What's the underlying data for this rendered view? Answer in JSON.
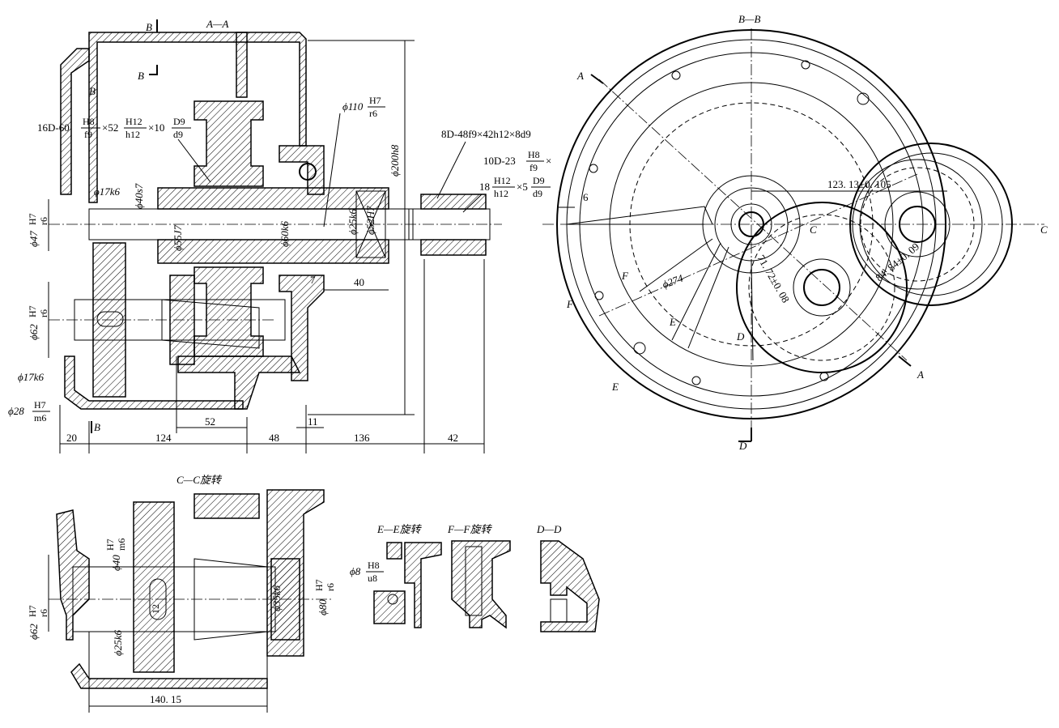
{
  "views": {
    "aa": {
      "label": "A—A"
    },
    "bb": {
      "label": "B—B"
    },
    "cc": {
      "label": "C—C旋转"
    },
    "ee": {
      "label": "E—E旋转"
    },
    "ff": {
      "label": "F—F旋转"
    },
    "dd": {
      "label": "D—D"
    }
  },
  "section_marks": {
    "a": "A",
    "b": "B",
    "c": "C",
    "d": "D",
    "e": "E",
    "f": "F"
  },
  "spec_labels": {
    "spline_16d": "16D-60",
    "spline_16d_f1_num": "H8",
    "spline_16d_f1_den": "f9",
    "spline_16d_52": "×52",
    "spline_16d_f2_num": "H12",
    "spline_16d_f2_den": "h12",
    "spline_16d_10": "×10",
    "spline_16d_f3_num": "D9",
    "spline_16d_f3_den": "d9",
    "phi110": "ϕ110",
    "phi110_num": "H7",
    "phi110_den": "r6",
    "spline_8d": "8D-48f9×42h12×8d9",
    "spline_10d": "10D-23",
    "spline_10d_num": "H8",
    "spline_10d_den": "f9",
    "spline_10d_x": "×",
    "spline_10d_18": "18",
    "spline_10d_num2": "H12",
    "spline_10d_den2": "h12",
    "spline_10d_5": "×5",
    "spline_10d_num3": "D9",
    "spline_10d_den3": "d9"
  },
  "dims": {
    "phi17k6_top": "ϕ17k6",
    "phi40s7": "ϕ40s7",
    "phi55j7": "ϕ55J7",
    "phi60k6": "ϕ60k6",
    "phi25k6": "ϕ25k6",
    "phi52H7": "ϕ52H7",
    "phi200h8": "ϕ200h8",
    "phi47": "ϕ47",
    "phi47_num": "H7",
    "phi47_den": "r6",
    "phi62": "ϕ62",
    "phi62_num": "H7",
    "phi62_den": "r6",
    "phi17k6_bot": "ϕ17k6",
    "phi28": "ϕ28",
    "phi28_num": "H7",
    "phi28_den": "m6",
    "d7": "7",
    "d40": "40",
    "d11": "11",
    "d20": "20",
    "d124": "124",
    "d52": "52",
    "d48": "48",
    "d136": "136",
    "d42": "42",
    "d6": "6",
    "d123": "123. 13±0. 105",
    "d84": "84. 84±0. 09",
    "d71": "71. 72±0. 08",
    "phi274": "ϕ274",
    "cc_phi62": "ϕ62",
    "cc_phi62_num": "H7",
    "cc_phi62_den": "r6",
    "cc_h7m6_num": "H7",
    "cc_h7m6_den": "m6",
    "cc_phi40": "ϕ40",
    "cc_12": "12",
    "cc_phi35k6": "ϕ35k6",
    "cc_phi80": "ϕ80",
    "cc_phi80_num": "H7",
    "cc_phi80_den": "r6",
    "cc_phi25k6": "ϕ25k6",
    "cc_140": "140. 15",
    "ee_phi8": "ϕ8",
    "ee_num": "H8",
    "ee_den": "u8"
  }
}
